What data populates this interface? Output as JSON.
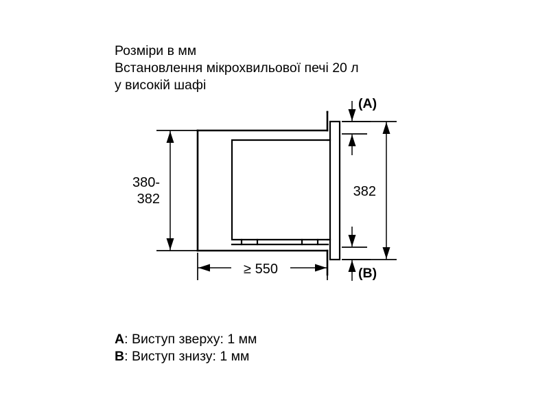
{
  "page": {
    "background_color": "#ffffff",
    "line_color": "#000000",
    "units_note": "Розміри в мм"
  },
  "title_block": {
    "lines": [
      "Розміри в мм",
      "Встановлення мікрохвильової печі 20 л",
      "у високій шафі"
    ],
    "line1": "Розміри в мм",
    "line2": "Встановлення мікрохвильової печі 20 л",
    "line3": "у високій шафі"
  },
  "dimensions": {
    "niche_height": {
      "label_line1": "380-",
      "label_line2": "382",
      "full_label": "380-382",
      "value_min": 380,
      "value_max": 382,
      "unit": "мм",
      "orientation": "vertical",
      "position": "left"
    },
    "appliance_height": {
      "label": "382",
      "value": 382,
      "unit": "мм",
      "orientation": "vertical",
      "position": "right"
    },
    "niche_depth": {
      "label": "≥ 550",
      "value": 550,
      "comparator": "≥",
      "unit": "мм",
      "orientation": "horizontal",
      "position": "bottom"
    }
  },
  "callouts": {
    "a": {
      "marker": "(A)",
      "key": "A"
    },
    "b": {
      "marker": "(B)",
      "key": "B"
    }
  },
  "legend": {
    "items": [
      {
        "key": "A",
        "separator": ": ",
        "text": "Виступ зверху: 1 мм",
        "value": 1,
        "unit": "мм"
      },
      {
        "key": "B",
        "separator": ": ",
        "text": "Виступ знизу: 1 мм",
        "value": 1,
        "unit": "мм"
      }
    ]
  }
}
